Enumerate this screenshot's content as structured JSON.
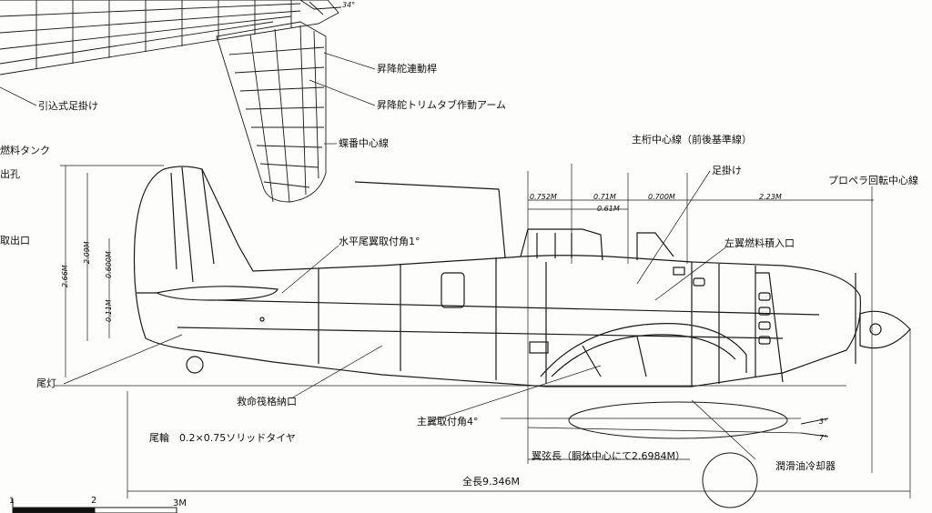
{
  "labels": {
    "elevator_link": "昇降舵連動桿",
    "elevator_trim_arm": "昇降舵トリムタブ作動アーム",
    "hinge_centerline": "蝶番中心線",
    "retract_step": "引込式足掛け",
    "fuel_tank": "燃料タンク",
    "outlet_hole": "出孔",
    "outlet": "取出口",
    "main_spar_centerline": "主桁中心線（前後基準線）",
    "foot_step": "足掛け",
    "prop_axis": "プロペラ回転中心線",
    "stab_angle": "水平尾翼取付角1°",
    "left_fuel_filler": "左翼燃料積入口",
    "tail_light": "尾灯",
    "raft_stowage": "救命筏格納口",
    "wing_angle": "主翼取付角4°",
    "tail_wheel": "尾輪　0.2×0.75ソリッドタイヤ",
    "wing_chord": "翼弦長（胴体中心にて2.6984M）",
    "oil_cooler": "潤滑油冷却器",
    "overall_length": "全長9.346M"
  },
  "dims": {
    "d1": "0.752M",
    "d2": "0.71M",
    "d3": "0.700M",
    "d4": "2.23M",
    "d5": "0.61M",
    "h1": "2.66M",
    "h2": "2.09M",
    "h3": "0.600M",
    "h4": "0.11M",
    "ang1": "34°",
    "ang2": "3°",
    "ang3": "7°"
  },
  "scale": {
    "mark_1": "1",
    "mark_2": "2",
    "mark_3": "3M"
  }
}
